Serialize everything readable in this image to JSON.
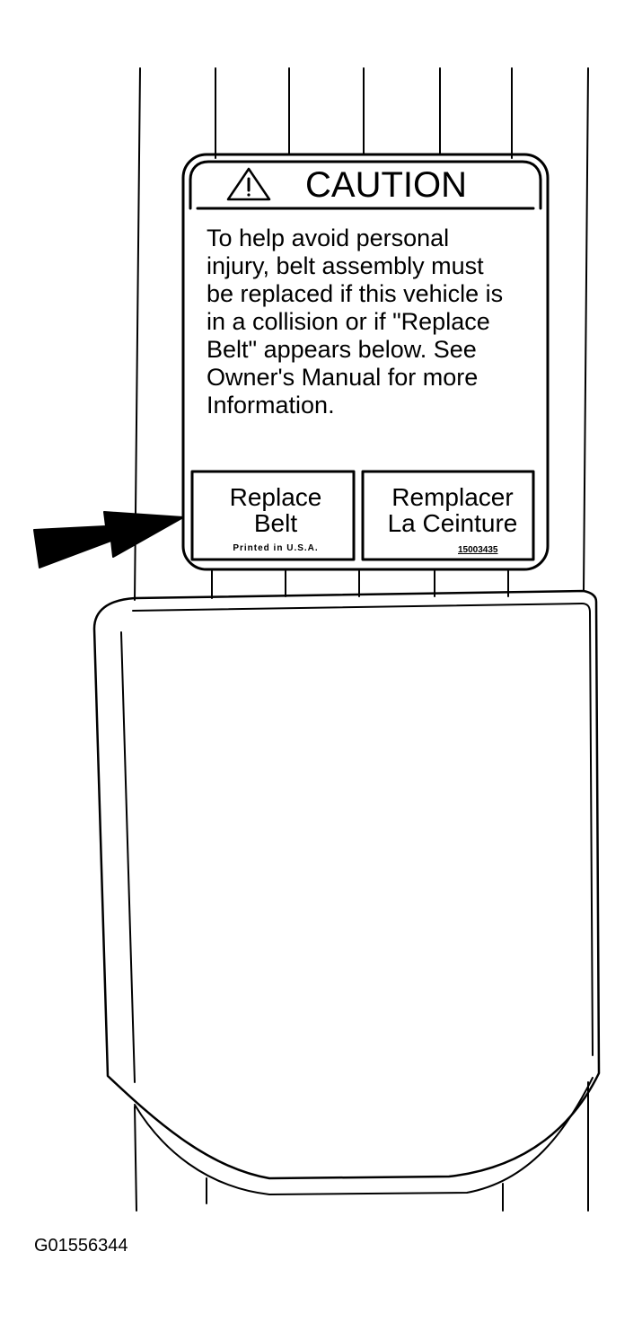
{
  "label": {
    "title": "CAUTION",
    "warning_icon": "warning-triangle-icon",
    "body_lines": [
      "To help avoid personal",
      "injury, belt assembly must",
      "be replaced if this vehicle is",
      "in a collision or if \"Replace",
      "Belt\" appears below.  See",
      "Owner's Manual for more",
      "Information."
    ],
    "replace_english": [
      "Replace",
      "Belt"
    ],
    "replace_french": [
      "Remplacer",
      "La Ceinture"
    ],
    "printed_note": "Printed in U.S.A.",
    "part_number": "15003435"
  },
  "pointer_icon": "arrow-right-icon",
  "figure_id": "G01556344"
}
